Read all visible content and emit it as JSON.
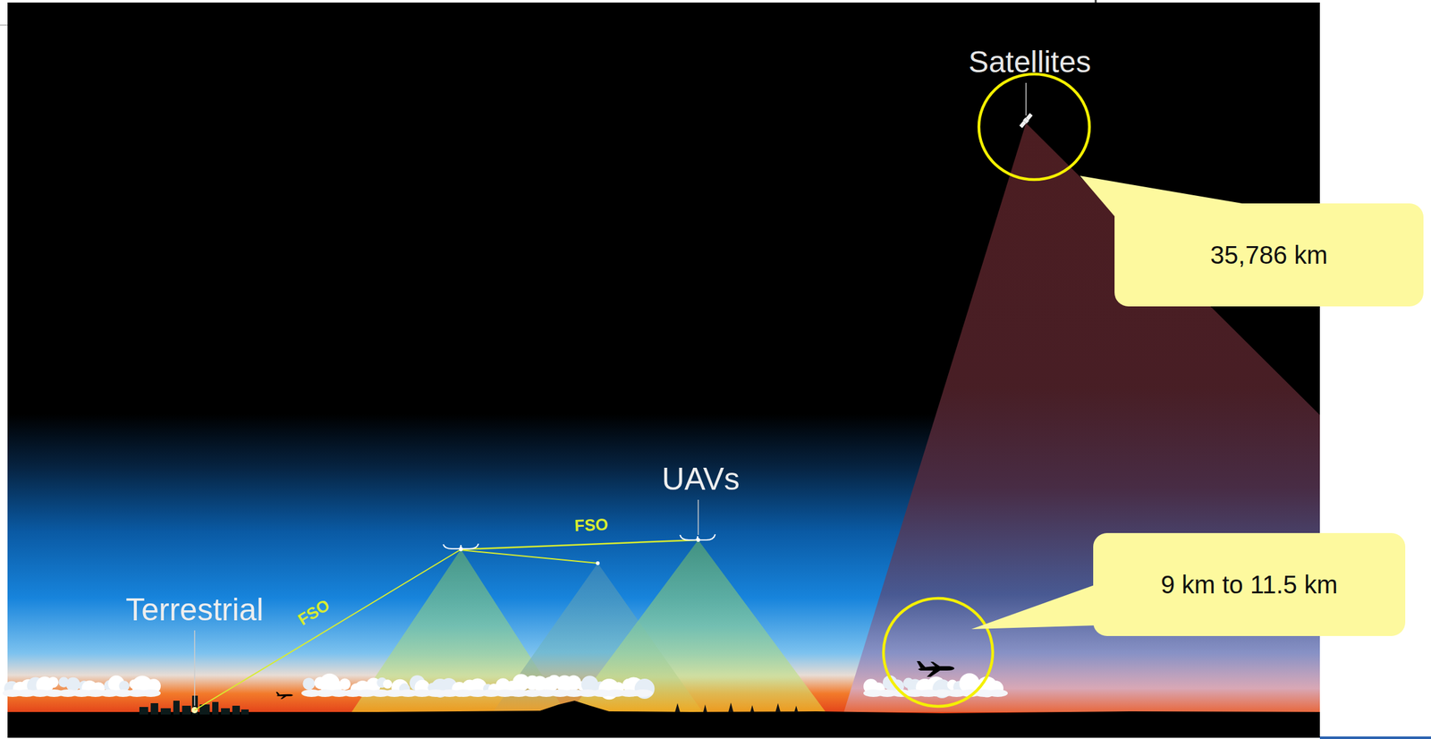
{
  "diagram": {
    "nodes": [
      {
        "text": [
          "35,786 km"
        ]
      },
      {
        "text": [
          "9 km to 11.5 km"
        ]
      }
    ],
    "labels": [
      "Satellites",
      "UAVs",
      "Terrestrial",
      "FSO",
      "FSO"
    ]
  }
}
